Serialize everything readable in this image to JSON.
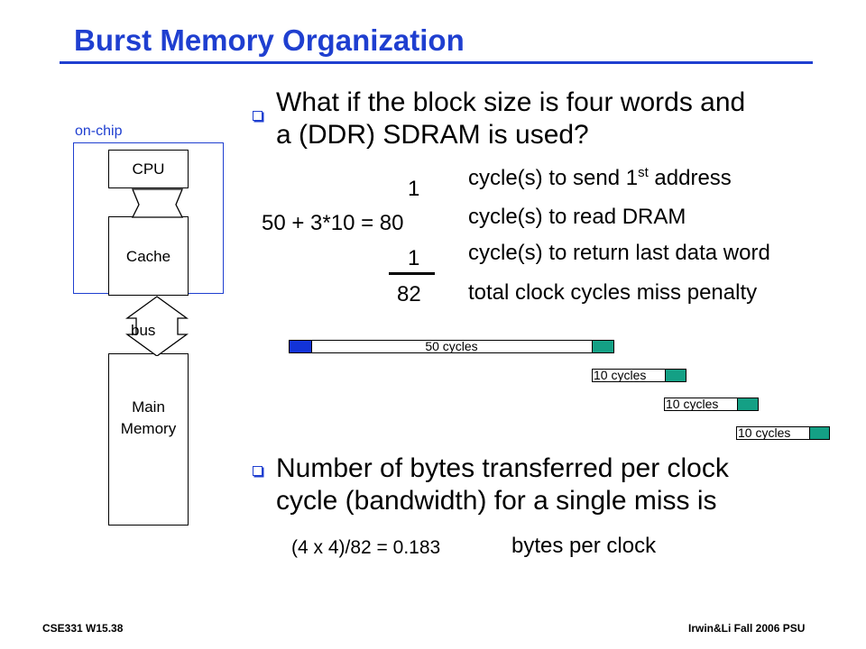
{
  "slide": {
    "title": "Burst Memory Organization",
    "bullet1_line1": "What if the block size is four words and",
    "bullet1_line2": "a (DDR) SDRAM is used?",
    "bullet2_line1": "Number of bytes transferred per clock",
    "bullet2_line2": "cycle (bandwidth) for a single miss is"
  },
  "calc": {
    "row1": "1",
    "row2": "50 + 3*10 = 80",
    "row3": "1",
    "total": "82",
    "desc1_main": "cycle(s) to send 1",
    "desc1_sup": "st",
    "desc1_tail": " address",
    "desc2": "cycle(s) to read DRAM",
    "desc3": "cycle(s) to return last data word",
    "desc4": "total clock cycles miss penalty"
  },
  "diagram": {
    "onchip": "on-chip",
    "cpu": "CPU",
    "cache": "Cache",
    "bus": "bus",
    "memory_line1": "Main",
    "memory_line2": "Memory"
  },
  "timeline": {
    "lane1": "50 cycles",
    "lane2": "10 cycles",
    "lane3": "10 cycles",
    "lane4": "10 cycles"
  },
  "bandwidth": {
    "formula": "(4 x 4)/82 = 0.183",
    "unit": "bytes per clock"
  },
  "footer": {
    "left": "CSE331  W15.38",
    "right": "Irwin&Li Fall 2006 PSU"
  },
  "colors": {
    "title_blue": "#1f3fd0",
    "address_blue": "#1233d8",
    "data_teal": "#14a085"
  }
}
